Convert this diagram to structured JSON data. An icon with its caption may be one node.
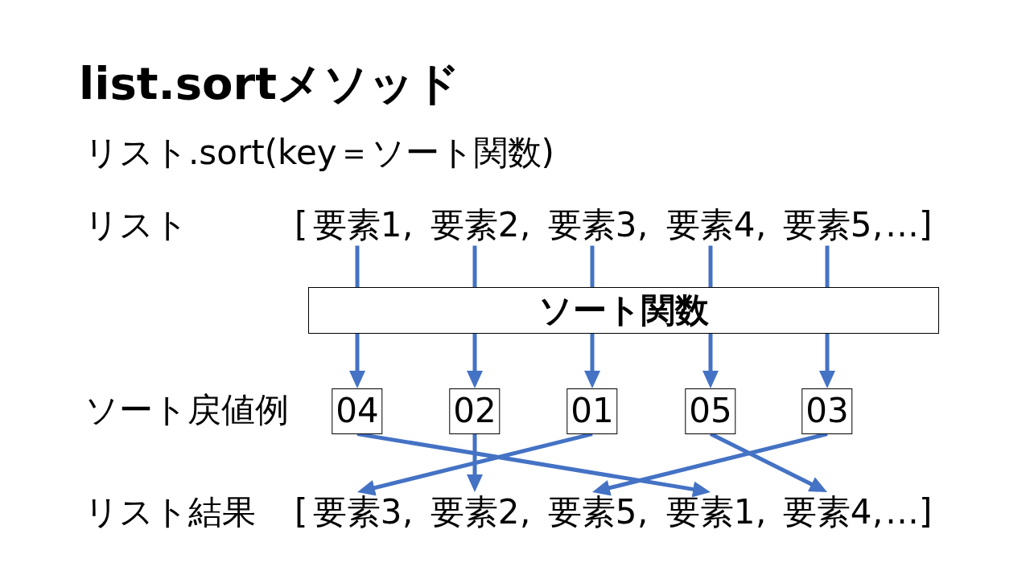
{
  "diagram": {
    "title": "list.sortメソッド",
    "nodes": [
      {
        "text": [
          "要素1"
        ]
      },
      {
        "text": [
          "要素2"
        ]
      },
      {
        "text": [
          "要素3"
        ]
      },
      {
        "text": [
          "要素4"
        ]
      },
      {
        "text": [
          "要素5"
        ]
      },
      {
        "text": [
          "ソート関数"
        ]
      },
      {
        "text": [
          "04"
        ]
      },
      {
        "text": [
          "02"
        ]
      },
      {
        "text": [
          "01"
        ]
      },
      {
        "text": [
          "05"
        ]
      },
      {
        "text": [
          "03"
        ]
      },
      {
        "text": [
          "要素3"
        ]
      },
      {
        "text": [
          "要素2"
        ]
      },
      {
        "text": [
          "要素5"
        ]
      },
      {
        "text": [
          "要素1"
        ]
      },
      {
        "text": [
          "要素4"
        ]
      }
    ],
    "edges": [
      {
        "from": 0,
        "to": 5,
        "arrow": "none"
      },
      {
        "from": 5,
        "to": 6,
        "arrow": "to"
      },
      {
        "from": 1,
        "to": 5,
        "arrow": "none"
      },
      {
        "from": 5,
        "to": 7,
        "arrow": "to"
      },
      {
        "from": 2,
        "to": 5,
        "arrow": "none"
      },
      {
        "from": 5,
        "to": 8,
        "arrow": "to"
      },
      {
        "from": 3,
        "to": 5,
        "arrow": "none"
      },
      {
        "from": 5,
        "to": 9,
        "arrow": "to"
      },
      {
        "from": 4,
        "to": 5,
        "arrow": "none"
      },
      {
        "from": 5,
        "to": 10,
        "arrow": "to"
      },
      {
        "from": 6,
        "to": 14,
        "arrow": "to"
      },
      {
        "from": 7,
        "to": 12,
        "arrow": "to"
      },
      {
        "from": 8,
        "to": 11,
        "arrow": "to"
      },
      {
        "from": 9,
        "to": 15,
        "arrow": "to"
      },
      {
        "from": 10,
        "to": 13,
        "arrow": "to"
      }
    ],
    "labels": [
      "リスト.sort(key＝ソート関数)",
      "リスト",
      "[",
      ",",
      ",",
      ",",
      ",",
      ",",
      "…]",
      "ソート戻値例",
      "リスト結果",
      "[",
      ",",
      ",",
      ",",
      ",",
      ",",
      "…]"
    ]
  }
}
